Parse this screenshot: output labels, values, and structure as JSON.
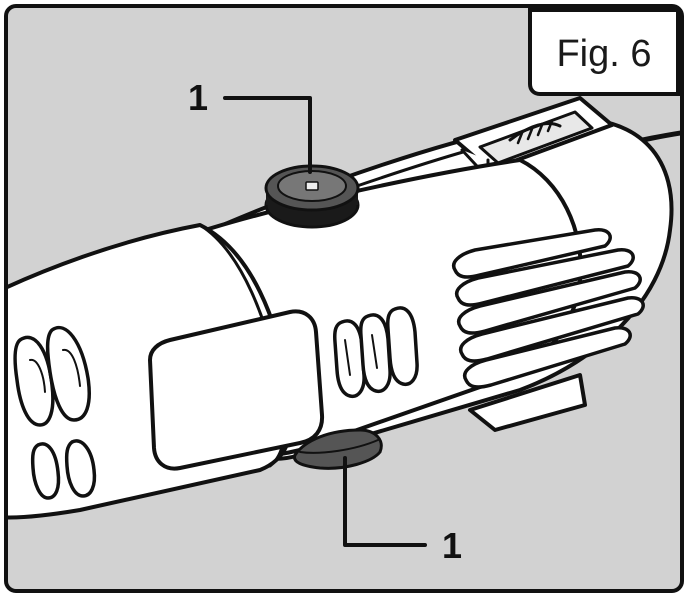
{
  "figure": {
    "label": "Fig. 6",
    "callouts": [
      {
        "id": "top",
        "text": "1"
      },
      {
        "id": "bottom",
        "text": "1"
      }
    ]
  },
  "colors": {
    "background": "#d2d2d2",
    "tool_body": "#ffffff",
    "outline": "#111111"
  }
}
